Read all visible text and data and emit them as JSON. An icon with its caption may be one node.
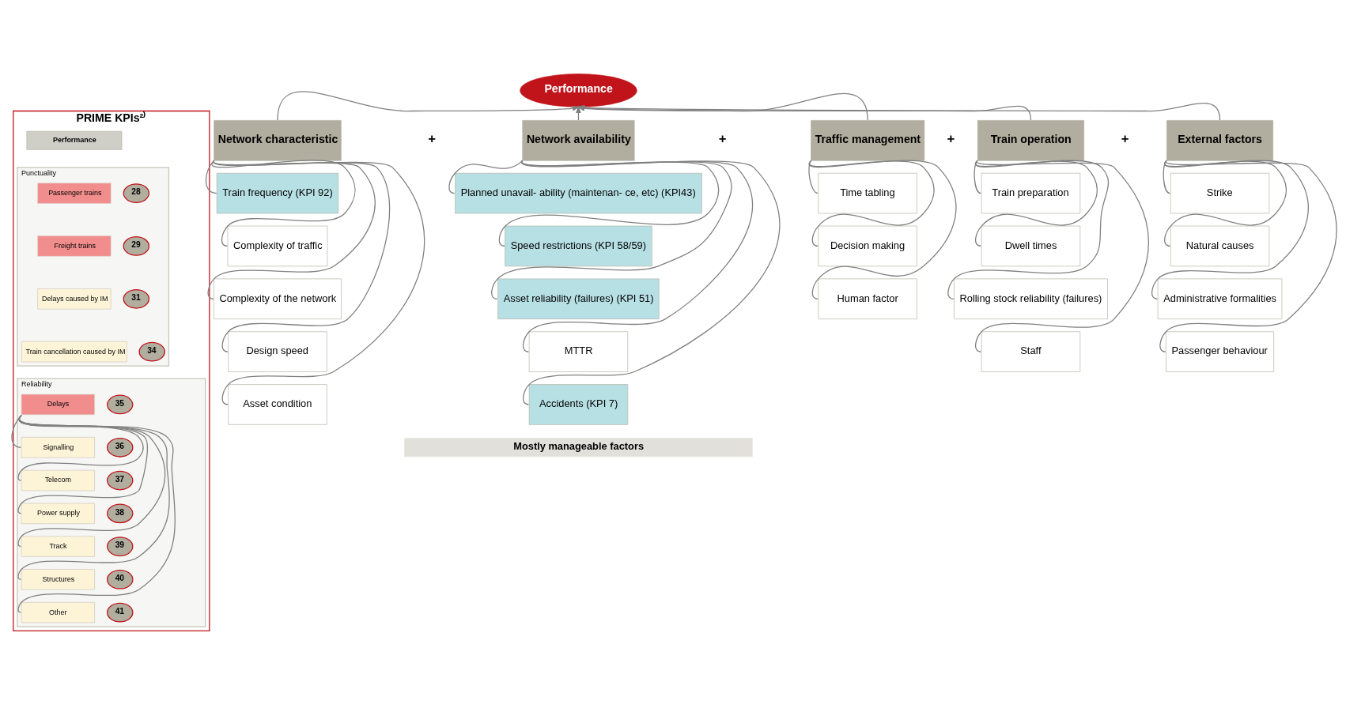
{
  "diagram": {
    "nodes": [
      {
        "text": [
          "Performance"
        ]
      },
      {
        "text": [
          "Network characteristic"
        ]
      },
      {
        "text": [
          "Train frequency (KPI 92)"
        ]
      },
      {
        "text": [
          "Complexity of traffic"
        ]
      },
      {
        "text": [
          "Complexity of the network"
        ]
      },
      {
        "text": [
          "Design speed"
        ]
      },
      {
        "text": [
          "Asset condition"
        ]
      },
      {
        "text": [
          "Network availability"
        ]
      },
      {
        "text": [
          "Planned unavail- ability (maintenan- ce, etc) (KPI43)"
        ]
      },
      {
        "text": [
          "Speed restrictions (KPI 58/59)"
        ]
      },
      {
        "text": [
          "Asset reliability (failures) (KPI 51)"
        ]
      },
      {
        "text": [
          "MTTR"
        ]
      },
      {
        "text": [
          "Accidents (KPI 7)"
        ]
      },
      {
        "text": [
          "Traffic management"
        ]
      },
      {
        "text": [
          "Time tabling"
        ]
      },
      {
        "text": [
          "Decision making"
        ]
      },
      {
        "text": [
          "Human factor"
        ]
      },
      {
        "text": [
          "Train operation"
        ]
      },
      {
        "text": [
          "Train preparation"
        ]
      },
      {
        "text": [
          "Dwell times"
        ]
      },
      {
        "text": [
          "Rolling stock reliability (failures)"
        ]
      },
      {
        "text": [
          "Staff"
        ]
      },
      {
        "text": [
          "External factors"
        ]
      },
      {
        "text": [
          "Strike"
        ]
      },
      {
        "text": [
          "Natural causes"
        ]
      },
      {
        "text": [
          "Administrative formalities"
        ]
      },
      {
        "text": [
          "Passenger behaviour"
        ]
      },
      {
        "text": [
          "Mostly manageable factors"
        ]
      },
      {
        "text": [
          "PRIME KPIs²⁾"
        ]
      },
      {
        "text": [
          "Performance"
        ],
        "in": 28
      },
      {
        "text": [
          "Punctuality"
        ],
        "in": 28
      },
      {
        "text": [
          "Passenger trains"
        ],
        "in": 30
      },
      {
        "text": [
          "28"
        ],
        "in": 30
      },
      {
        "text": [
          "Freight trains"
        ],
        "in": 30
      },
      {
        "text": [
          "29"
        ],
        "in": 30
      },
      {
        "text": [
          "Delays caused by IM"
        ],
        "in": 30
      },
      {
        "text": [
          "31"
        ],
        "in": 30
      },
      {
        "text": [
          "Train cancellation caused by IM"
        ],
        "in": 30
      },
      {
        "text": [
          "34"
        ],
        "in": 30
      },
      {
        "text": [
          "Reliability"
        ],
        "in": 28
      },
      {
        "text": [
          "Delays"
        ],
        "in": 39
      },
      {
        "text": [
          "35"
        ],
        "in": 39
      },
      {
        "text": [
          "Signalling"
        ],
        "in": 39
      },
      {
        "text": [
          "36"
        ],
        "in": 39
      },
      {
        "text": [
          "Telecom"
        ],
        "in": 39
      },
      {
        "text": [
          "37"
        ],
        "in": 39
      },
      {
        "text": [
          "Power supply"
        ],
        "in": 39
      },
      {
        "text": [
          "38"
        ],
        "in": 39
      },
      {
        "text": [
          "Track"
        ],
        "in": 39
      },
      {
        "text": [
          "39"
        ],
        "in": 39
      },
      {
        "text": [
          "Structures"
        ],
        "in": 39
      },
      {
        "text": [
          "40"
        ],
        "in": 39
      },
      {
        "text": [
          "Other"
        ],
        "in": 39
      },
      {
        "text": [
          "41"
        ],
        "in": 39
      }
    ],
    "edges": [
      {
        "from": 1,
        "to": 0,
        "arrow": "to"
      },
      {
        "from": 7,
        "to": 0,
        "arrow": "to"
      },
      {
        "from": 13,
        "to": 0,
        "arrow": "to"
      },
      {
        "from": 17,
        "to": 0,
        "arrow": "to"
      },
      {
        "from": 22,
        "to": 0,
        "arrow": "to"
      },
      {
        "from": 1,
        "to": 2,
        "arrow": "none"
      },
      {
        "from": 1,
        "to": 3,
        "arrow": "none"
      },
      {
        "from": 1,
        "to": 4,
        "arrow": "none"
      },
      {
        "from": 1,
        "to": 5,
        "arrow": "none"
      },
      {
        "from": 1,
        "to": 6,
        "arrow": "none"
      },
      {
        "from": 7,
        "to": 8,
        "arrow": "none"
      },
      {
        "from": 7,
        "to": 9,
        "arrow": "none"
      },
      {
        "from": 7,
        "to": 10,
        "arrow": "none"
      },
      {
        "from": 7,
        "to": 11,
        "arrow": "none"
      },
      {
        "from": 7,
        "to": 12,
        "arrow": "none"
      },
      {
        "from": 13,
        "to": 14,
        "arrow": "none"
      },
      {
        "from": 13,
        "to": 15,
        "arrow": "none"
      },
      {
        "from": 13,
        "to": 16,
        "arrow": "none"
      },
      {
        "from": 17,
        "to": 18,
        "arrow": "none"
      },
      {
        "from": 17,
        "to": 19,
        "arrow": "none"
      },
      {
        "from": 17,
        "to": 20,
        "arrow": "none"
      },
      {
        "from": 17,
        "to": 21,
        "arrow": "none"
      },
      {
        "from": 22,
        "to": 23,
        "arrow": "none"
      },
      {
        "from": 22,
        "to": 24,
        "arrow": "none"
      },
      {
        "from": 22,
        "to": 25,
        "arrow": "none"
      },
      {
        "from": 22,
        "to": 26,
        "arrow": "none"
      },
      {
        "from": 40,
        "to": 42,
        "arrow": "none"
      },
      {
        "from": 40,
        "to": 44,
        "arrow": "none"
      },
      {
        "from": 40,
        "to": 46,
        "arrow": "none"
      },
      {
        "from": 40,
        "to": 48,
        "arrow": "none"
      },
      {
        "from": 40,
        "to": 50,
        "arrow": "none"
      },
      {
        "from": 40,
        "to": 52,
        "arrow": "none"
      }
    ],
    "labels": [
      "+",
      "+",
      "+",
      "+"
    ]
  }
}
